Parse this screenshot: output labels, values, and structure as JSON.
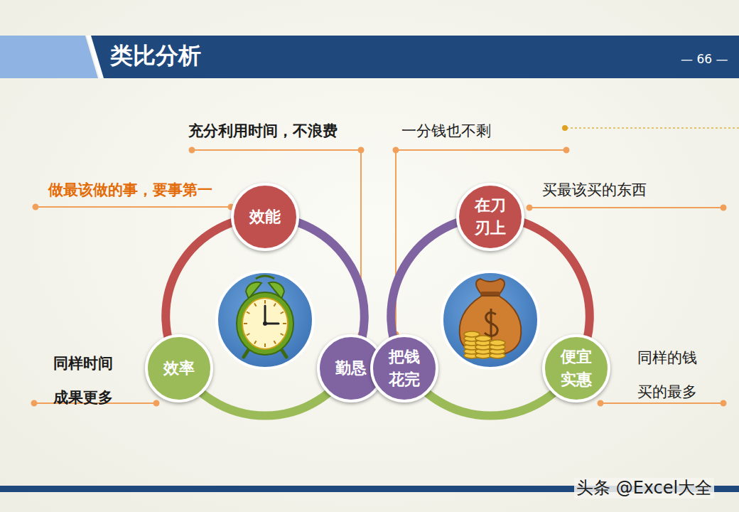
{
  "diagram": {
    "title": "类比分析",
    "nodes": [
      {
        "text": [
          "效能"
        ]
      },
      {
        "text": [
          "效率"
        ]
      },
      {
        "text": [
          "勤恳"
        ]
      },
      {
        "text": [
          "在刀 刃上"
        ]
      },
      {
        "text": [
          "把钱 花完"
        ]
      },
      {
        "text": [
          "便宜 实惠"
        ]
      }
    ],
    "labels": [
      "— 66 —",
      "充分利用时间，不浪费",
      "一分钱也不剩",
      "做最该做的事，要事第一",
      "买最该买的东西",
      "同样时间 成果更多",
      "同样的钱 买的最多",
      "头条 @Excel大全"
    ]
  }
}
